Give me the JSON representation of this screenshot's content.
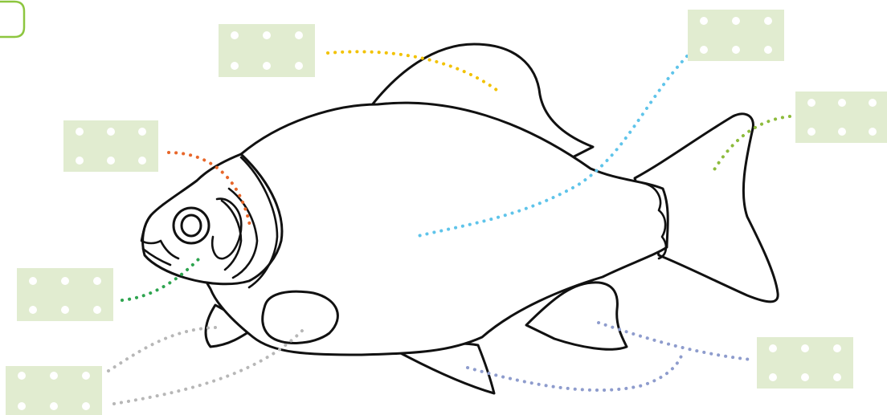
{
  "diagram": {
    "subject": "fish",
    "label_boxes": [
      {
        "id": "dorsal-fin",
        "text": "",
        "color": "#f2c200"
      },
      {
        "id": "tail-fin",
        "text": "",
        "color": "#5fc4ea"
      },
      {
        "id": "caudal-fin",
        "text": "",
        "color": "#8dbb3c"
      },
      {
        "id": "gill-cover",
        "text": "",
        "color": "#e8672a"
      },
      {
        "id": "mouth",
        "text": "",
        "color": "#2ea44f"
      },
      {
        "id": "pectoral-pelvic-fins",
        "text": "",
        "color": "#b7b7b7"
      },
      {
        "id": "anal-fin",
        "text": "",
        "color": "#8e9ccd"
      }
    ],
    "placeholder_color": "#e1ecd0"
  }
}
